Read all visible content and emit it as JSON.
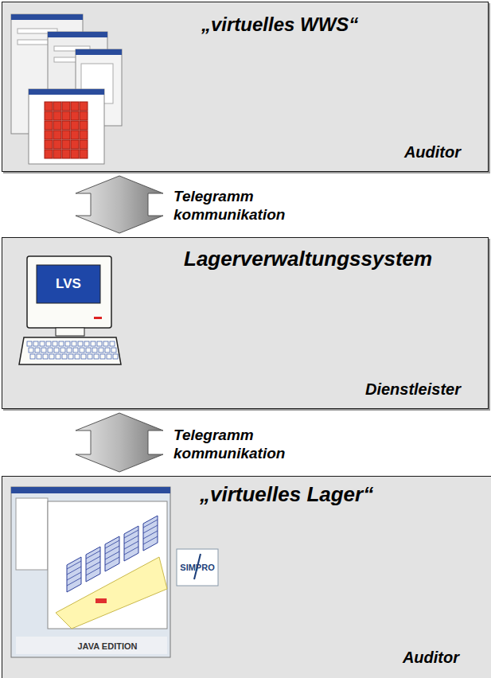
{
  "diagram": {
    "nodes": [
      {
        "text": [
          "„virtuelles WWS“",
          "Auditor"
        ]
      },
      {
        "text": [
          "Lagerverwaltungssystem",
          "Dienstleister"
        ]
      },
      {
        "text": [
          "„virtuelles Lager“",
          "Auditor"
        ]
      }
    ],
    "edges": [
      {
        "from": 0,
        "to": 1,
        "arrow": "both",
        "label": "Telegramm kommunikation"
      },
      {
        "from": 1,
        "to": 2,
        "arrow": "both",
        "label": "Telegramm kommunikation"
      }
    ],
    "labels": [
      "LVS",
      "SIMPRO",
      "JAVA EDITION"
    ]
  }
}
